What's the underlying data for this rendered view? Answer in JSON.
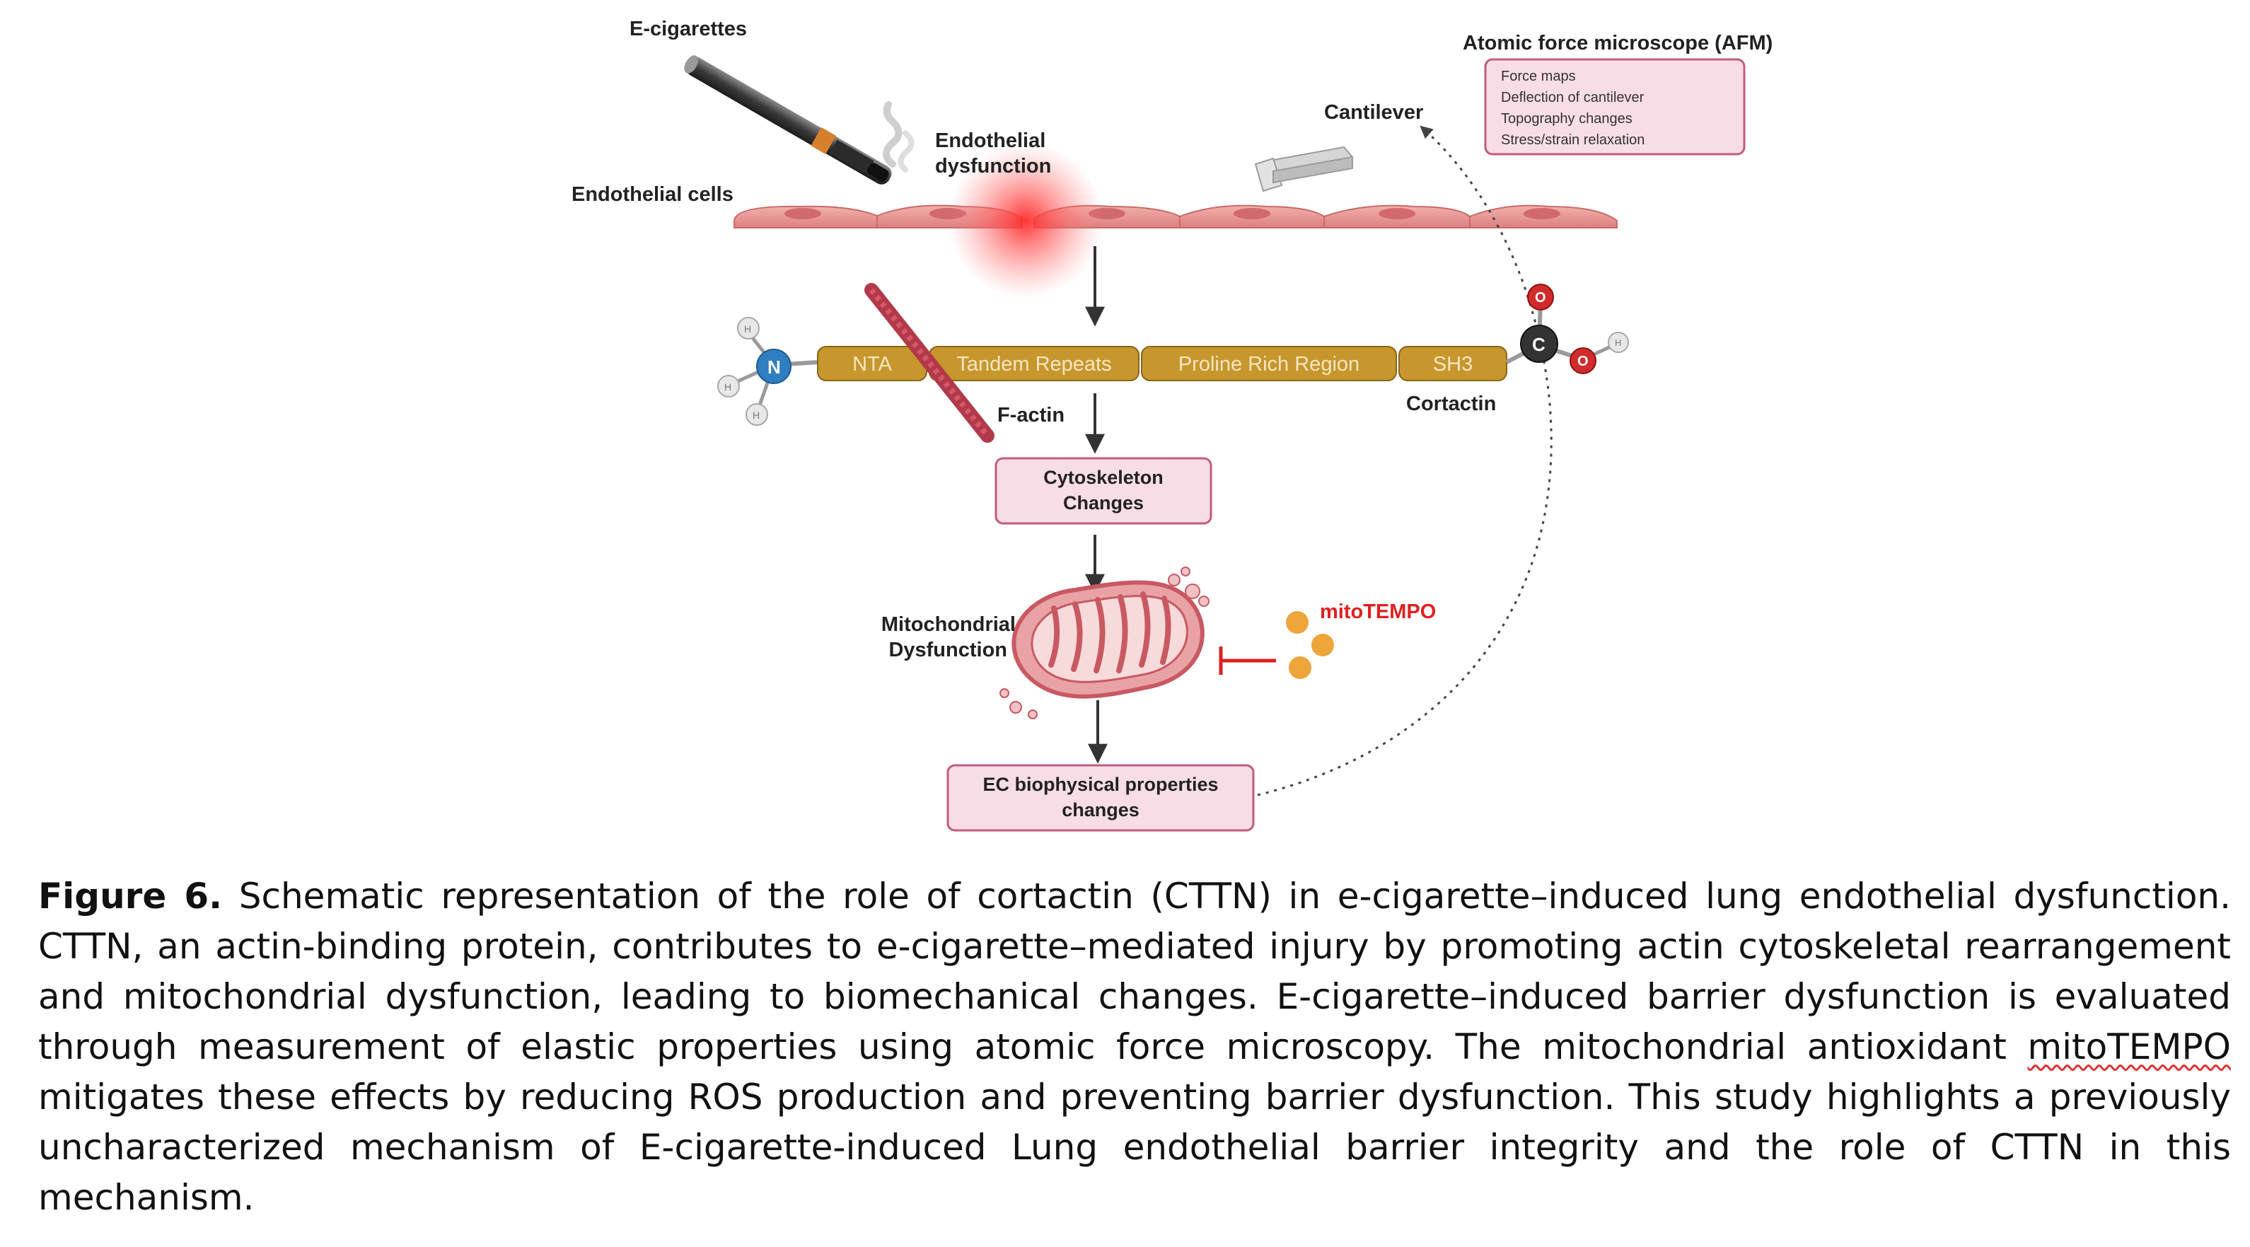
{
  "diagram": {
    "labels": {
      "e_cigarettes": "E-cigarettes",
      "endothelial_cells": "Endothelial cells",
      "endothelial_dysfunction_1": "Endothelial",
      "endothelial_dysfunction_2": "dysfunction",
      "cantilever": "Cantilever",
      "afm_title": "Atomic force microscope (AFM)",
      "f_actin": "F-actin",
      "cortactin": "Cortactin",
      "mito_dysfunction_1": "Mitochondrial",
      "mito_dysfunction_2": "Dysfunction",
      "mitotempo": "mitoTEMPO"
    },
    "afm_items": [
      "Force maps",
      "Deflection of cantilever",
      "Topography changes",
      "Stress/strain relaxation"
    ],
    "protein_domains": [
      "NTA",
      "Tandem Repeats",
      "Proline Rich Region",
      "SH3"
    ],
    "atoms": {
      "nitrogen": "N",
      "hydrogen": "H",
      "carbon": "C",
      "oxygen": "O"
    },
    "boxes": {
      "cytoskeleton_1": "Cytoskeleton",
      "cytoskeleton_2": "Changes",
      "ec_props_1": "EC biophysical properties",
      "ec_props_2": "changes"
    },
    "colors": {
      "box_fill": "#f8dde6",
      "box_stroke": "#c25b82",
      "domain_fill": "#c7962d",
      "cell_fill": "#e58e8e",
      "inhibitor": "#e02020",
      "mitotempo_dot": "#eea53a"
    }
  },
  "caption": {
    "label": "Figure 6.",
    "text_before": " Schematic representation of the role of cortactin (CTTN) in e-cigarette–induced lung endothelial dysfunction. CTTN, an actin-binding protein, contributes to e-cigarette–mediated injury by promoting actin cytoskeletal rearrangement and mitochondrial dysfunction, leading to biomechanical changes. E-cigarette–induced barrier dysfunction is evaluated through measurement of elastic properties using atomic force microscopy. The mitochondrial antioxidant ",
    "highlight": "mitoTEMPO",
    "text_after": " mitigates these effects by reducing ROS production and preventing barrier dysfunction. This study highlights a previously uncharacterized mechanism of E-cigarette-induced Lung endothelial barrier integrity and the role of CTTN in this mechanism."
  }
}
